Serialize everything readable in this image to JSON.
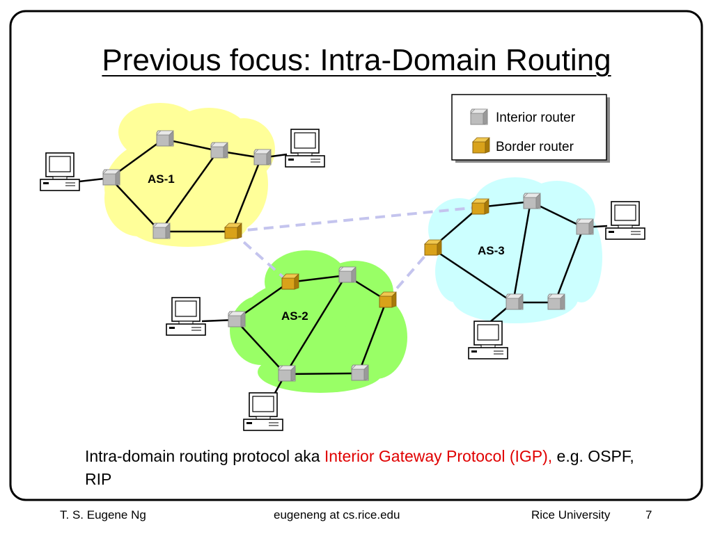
{
  "slide": {
    "title": "Previous focus: Intra-Domain Routing",
    "legend": {
      "interior_label": "Interior router",
      "border_label": "Border router"
    },
    "domains": [
      {
        "name": "AS-1",
        "color": "#ffff99"
      },
      {
        "name": "AS-2",
        "color": "#99ff66"
      },
      {
        "name": "AS-3",
        "color": "#ccffff"
      }
    ],
    "caption": {
      "part1": "Intra-domain routing protocol aka ",
      "highlight": "Interior Gateway Protocol (IGP),",
      "part2": " e.g. OSPF, RIP"
    },
    "footer": {
      "author": "T. S. Eugene Ng",
      "email": "eugeneng at cs.rice.edu",
      "org": "Rice University",
      "page": "7"
    }
  },
  "colors": {
    "interior_router": "#b8b8b8",
    "border_router": "#d4a017",
    "inter_as_link": "#c0c0ec",
    "highlight": "#e00000"
  }
}
